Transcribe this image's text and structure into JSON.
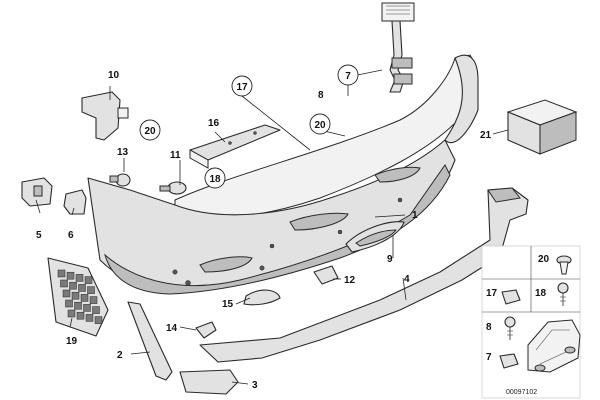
{
  "diagram": {
    "footer_code": "00097102",
    "callouts": {
      "c1": "1",
      "c2": "2",
      "c3": "3",
      "c4": "4",
      "c5": "5",
      "c6": "6",
      "c7": "7",
      "c8": "8",
      "c9": "9",
      "c10": "10",
      "c11": "11",
      "c12": "12",
      "c13": "13",
      "c14": "14",
      "c15": "15",
      "c16": "16",
      "c17": "17",
      "c18": "18",
      "c19": "19",
      "c20": "20",
      "c21": "21"
    },
    "legend": {
      "l20": "20",
      "l17": "17",
      "l18": "18",
      "l8": "8",
      "l7": "7"
    }
  }
}
